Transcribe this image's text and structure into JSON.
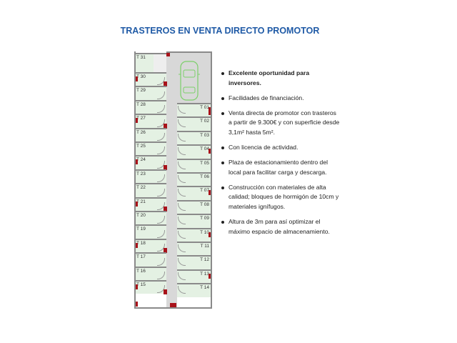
{
  "title": "TRASTEROS EN VENTA DIRECTO PROMOTOR",
  "plan": {
    "left_units": [
      "T 31",
      "T 30",
      "T 29",
      "T 28",
      "T 27",
      "T 26",
      "T 25",
      "T 24",
      "T 23",
      "T 22",
      "T 21",
      "T 20",
      "T 19",
      "T 18",
      "T 17",
      "T 16",
      "T 15"
    ],
    "right_units": [
      "T 01",
      "T 02",
      "T 03",
      "T 04",
      "T 05",
      "T 06",
      "T 07",
      "T 08",
      "T 09",
      "T 10",
      "T 11",
      "T 12",
      "T 13",
      "T 14"
    ],
    "unit_fill": "#e4f1e3",
    "column_color": "#a8121a",
    "car_color": "#7ccf6a"
  },
  "bullets": [
    "Excelente oportunidad para inversores.",
    "Facilidades de financiación.",
    "Venta directa de promotor con trasteros a partir de 9.300€ y con superficie desde 3,1m² hasta 5m².",
    "Con licencia de actividad.",
    "Plaza de estacionamiento dentro del local para facilitar carga y descarga.",
    "Construcción con materiales de alta calidad; bloques de hormigón de 10cm y materiales ignífugos.",
    "Altura de 3m para así optimizar el máximo espacio de almacenamiento."
  ]
}
